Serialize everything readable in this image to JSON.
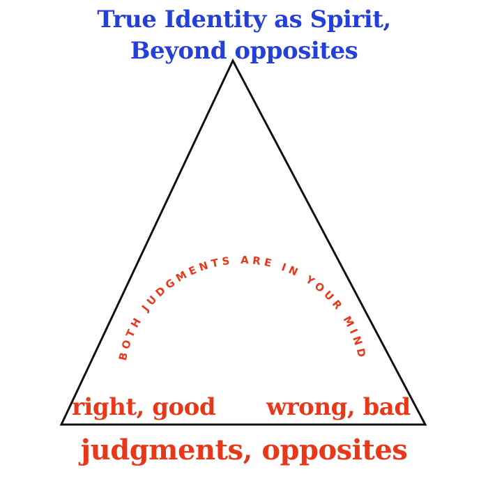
{
  "title": {
    "line1": "True Identity as Spirit,",
    "line2": "Beyond opposites"
  },
  "arc_text": "BOTH JUDGMENTS ARE IN YOUR MIND",
  "left_label": "right, good",
  "right_label": "wrong, bad",
  "bottom_label": "judgments, opposites",
  "colors": {
    "title": "#2440d8",
    "accent": "#e8381a",
    "outline": "#111111"
  }
}
